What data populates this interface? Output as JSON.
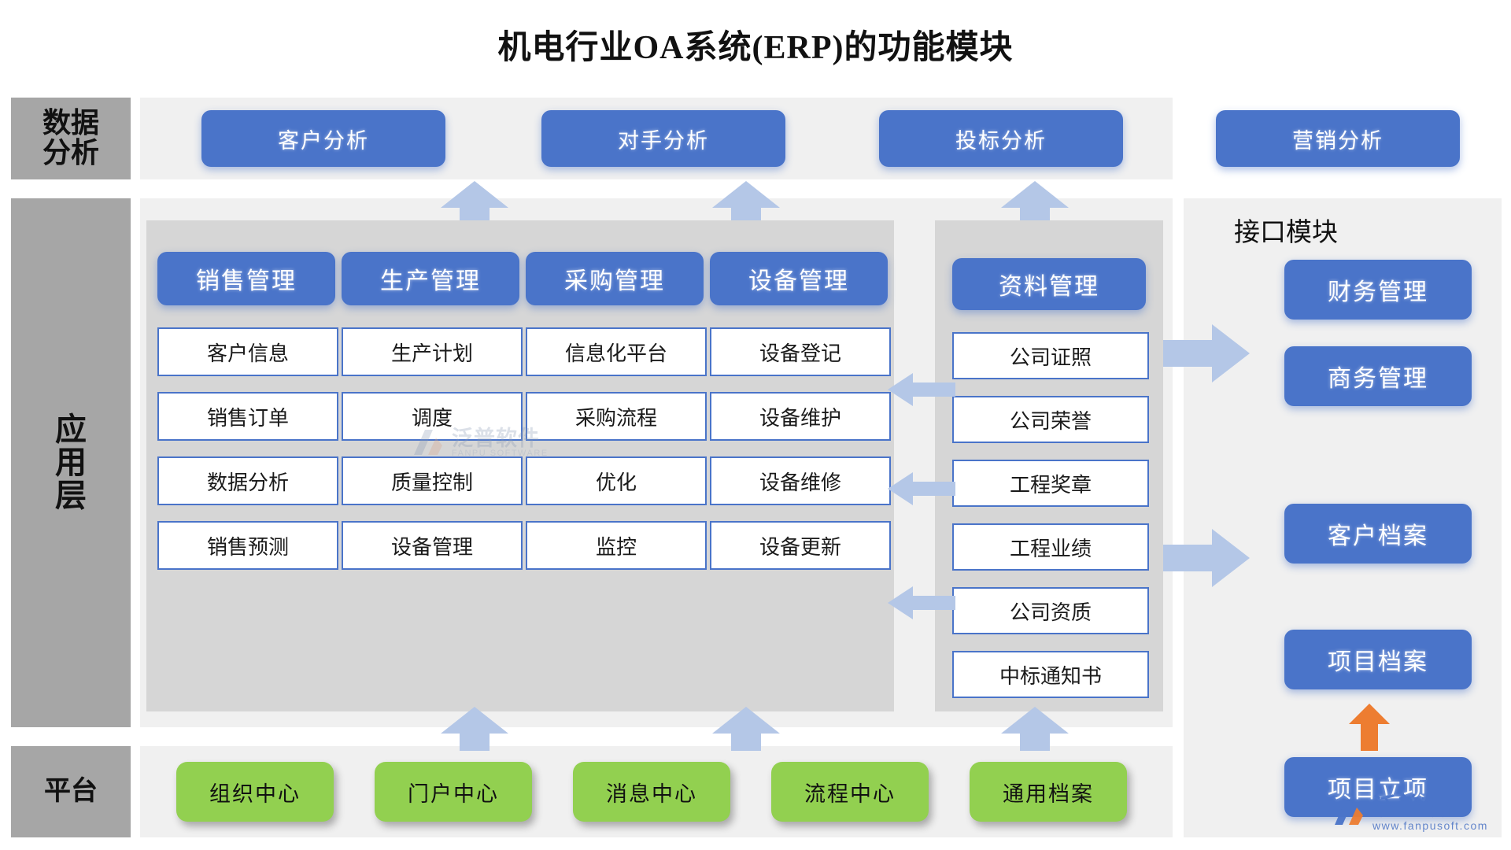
{
  "title": "机电行业OA系统(ERP)的功能模块",
  "bands": {
    "data_analysis": "数据\n分析",
    "data_analysis_lines": [
      "数据",
      "分析"
    ],
    "application": "应用层",
    "application_lines": [
      "应",
      "用",
      "层"
    ],
    "platform": "平台"
  },
  "data_analysis_row": {
    "items": [
      {
        "label": "客户分析"
      },
      {
        "label": "对手分析"
      },
      {
        "label": "投标分析"
      },
      {
        "label": "营销分析"
      }
    ]
  },
  "application_layer": {
    "columns": [
      {
        "header": "销售管理",
        "items": [
          "客户信息",
          "销售订单",
          "数据分析",
          "销售预测"
        ]
      },
      {
        "header": "生产管理",
        "items": [
          "生产计划",
          "调度",
          "质量控制",
          "设备管理"
        ]
      },
      {
        "header": "采购管理",
        "items": [
          "信息化平台",
          "采购流程",
          "优化",
          "监控"
        ]
      },
      {
        "header": "设备管理",
        "items": [
          "设备登记",
          "设备维护",
          "设备维修",
          "设备更新"
        ]
      }
    ],
    "material_column": {
      "header": "资料管理",
      "items": [
        "公司证照",
        "公司荣誉",
        "工程奖章",
        "工程业绩",
        "公司资质",
        "中标通知书"
      ]
    }
  },
  "interface_module": {
    "heading": "接口模块",
    "items": [
      {
        "label": "财务管理"
      },
      {
        "label": "商务管理"
      },
      {
        "label": "客户档案"
      },
      {
        "label": "项目档案"
      },
      {
        "label": "项目立项"
      }
    ]
  },
  "platform_row": {
    "items": [
      "组织中心",
      "门户中心",
      "消息中心",
      "流程中心",
      "通用档案"
    ]
  },
  "watermark": {
    "brand_cn": "泛普软件",
    "brand_en": "FANPU SOFTWARE",
    "site": "www.fanpusoft.com"
  },
  "colors": {
    "blue_card": "#4a74c9",
    "green_card": "#92d050",
    "band_gray": "#a6a6a6",
    "panel_gray": "#d6d6d6",
    "strip_gray": "#f0f0f0",
    "arrow_blue": "#b4c7e7",
    "arrow_orange": "#ed7d31"
  }
}
